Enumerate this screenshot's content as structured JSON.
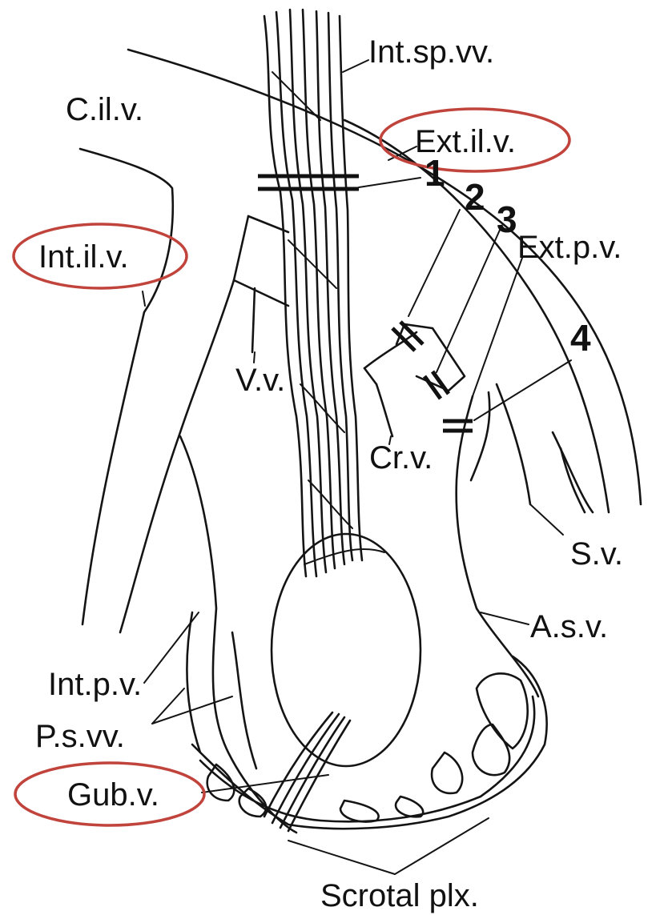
{
  "labels": {
    "int_sp_vv": "Int.sp.vv.",
    "c_il_v": "C.il.v.",
    "ext_il_v": "Ext.il.v.",
    "int_il_v": "Int.il.v.",
    "ext_p_v": "Ext.p.v.",
    "v_v": "V.v.",
    "cr_v": "Cr.v.",
    "s_v": "S.v.",
    "a_s_v": "A.s.v.",
    "int_p_v": "Int.p.v.",
    "p_s_vv": "P.s.vv.",
    "gub_v": "Gub.v.",
    "scrotal_plx": "Scrotal plx."
  },
  "ligature_numbers": [
    "1",
    "2",
    "3",
    "4"
  ],
  "highlighted_labels": [
    "Ext.il.v.",
    "Int.il.v.",
    "Gub.v."
  ],
  "colors": {
    "line": "#141414",
    "highlight": "#c1443c",
    "background": "#ffffff"
  }
}
